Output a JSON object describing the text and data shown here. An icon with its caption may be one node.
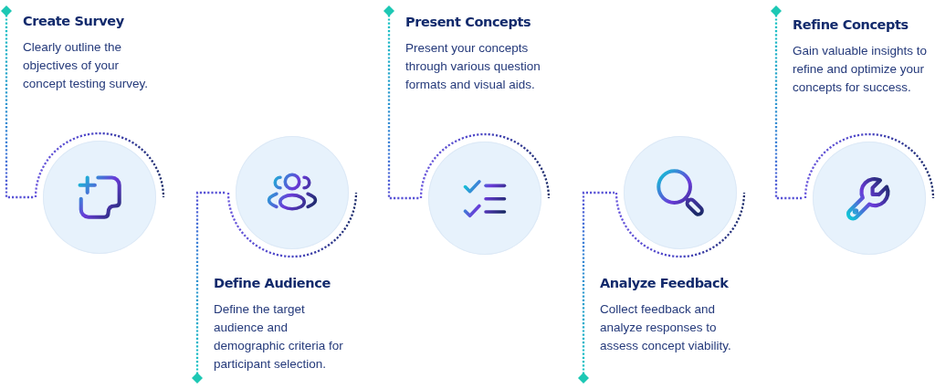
{
  "diagram": {
    "nodes": [
      {
        "text": [
          "Create Survey",
          "Clearly outline the objectives of your concept testing survey."
        ]
      },
      {
        "text": [],
        "shape": "circle"
      },
      {
        "text": [
          "Define Audience",
          "Define the target audience and demographic criteria for participant selection."
        ]
      },
      {
        "text": [],
        "shape": "circle"
      },
      {
        "text": [
          "Present Concepts",
          "Present your concepts through various question formats and visual aids."
        ]
      },
      {
        "text": [],
        "shape": "circle"
      },
      {
        "text": [
          "Analyze Feedback",
          "Collect feedback and analyze responses to assess concept viability."
        ]
      },
      {
        "text": [],
        "shape": "circle"
      },
      {
        "text": [
          "Refine Concepts",
          "Gain valuable insights to refine and optimize your concepts for success."
        ]
      },
      {
        "text": [],
        "shape": "circle"
      }
    ],
    "edges": [
      {
        "from": 0,
        "to": 1,
        "arrow": "other",
        "style": "dashed"
      },
      {
        "from": 2,
        "to": 3,
        "arrow": "other",
        "style": "dashed"
      },
      {
        "from": 4,
        "to": 5,
        "arrow": "other",
        "style": "dashed"
      },
      {
        "from": 6,
        "to": 7,
        "arrow": "other",
        "style": "dashed"
      },
      {
        "from": 8,
        "to": 9,
        "arrow": "other",
        "style": "dashed"
      }
    ]
  }
}
